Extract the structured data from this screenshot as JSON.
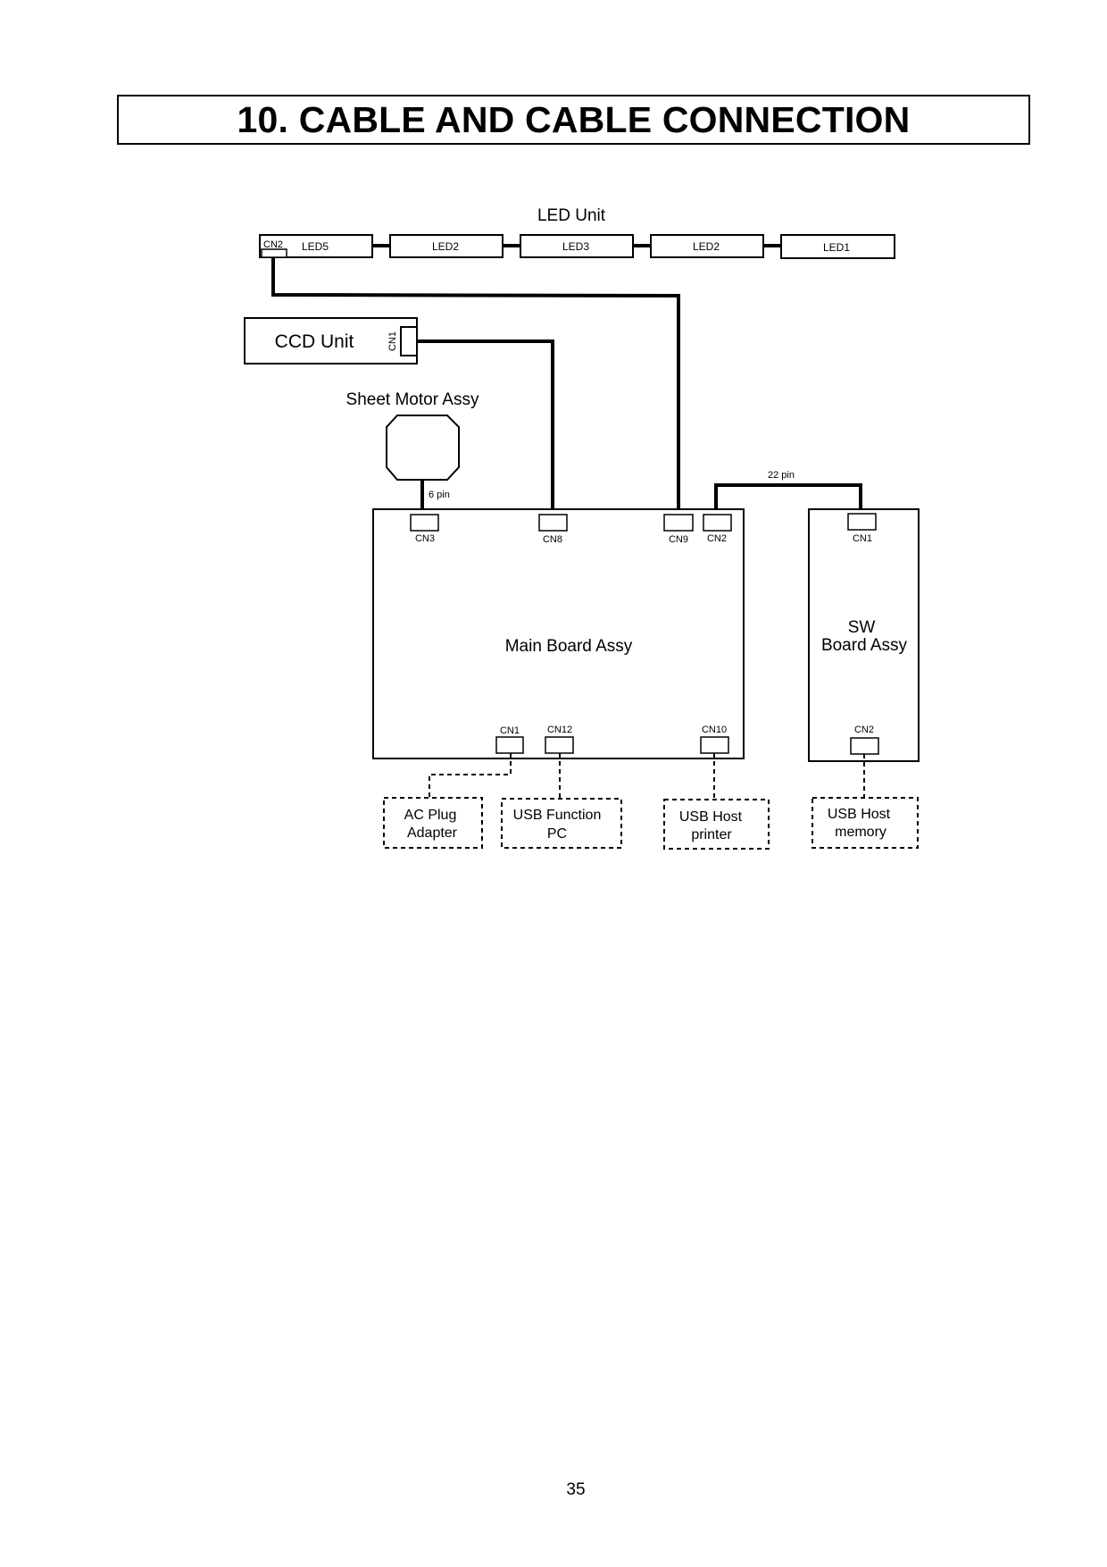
{
  "page": {
    "title": "10. CABLE AND CABLE CONNECTION",
    "page_number": "35"
  },
  "diagram": {
    "led_unit": {
      "label": "LED Unit",
      "connector": "CN2",
      "segments": [
        "LED5",
        "LED2",
        "LED3",
        "LED2",
        "LED1"
      ]
    },
    "ccd_unit": {
      "label": "CCD Unit",
      "connector": "CN1"
    },
    "sheet_motor": {
      "label": "Sheet Motor Assy",
      "cable": "6 pin"
    },
    "main_board": {
      "label": "Main Board Assy",
      "top_connectors": [
        "CN3",
        "CN8",
        "CN9",
        "CN2"
      ],
      "bottom_connectors": [
        "CN1",
        "CN12",
        "CN10"
      ]
    },
    "sw_board": {
      "label_line1": "SW",
      "label_line2": "Board Assy",
      "top_connector": "CN1",
      "bottom_connector": "CN2",
      "cable": "22 pin"
    },
    "external": [
      {
        "line1": "AC Plug",
        "line2": "Adapter"
      },
      {
        "line1": "USB Function",
        "line2": "PC"
      },
      {
        "line1": "USB Host",
        "line2": "printer"
      },
      {
        "line1": "USB Host",
        "line2": "memory"
      }
    ]
  }
}
